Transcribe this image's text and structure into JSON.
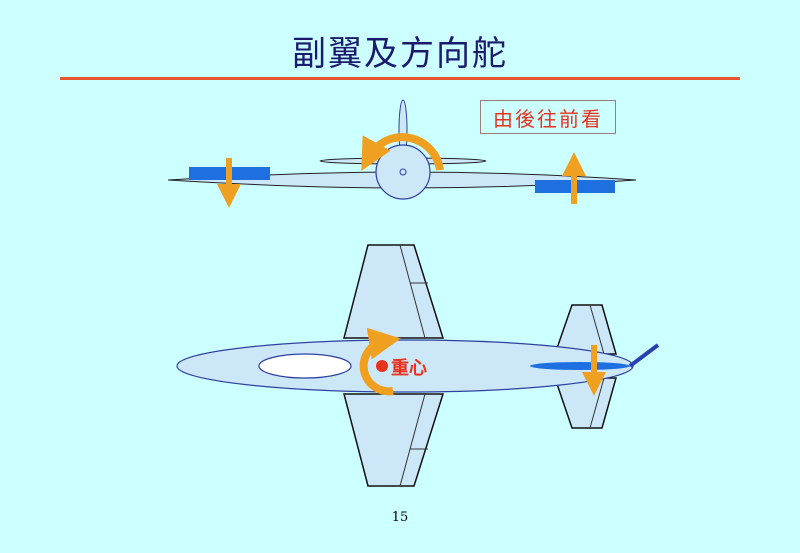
{
  "slide": {
    "title": "副翼及方向舵",
    "view_label": "由後往前看",
    "cg_label": "重心",
    "page_number": "15"
  },
  "colors": {
    "background": "#ccffff",
    "title": "#1a1a6e",
    "rule": "#e8542c",
    "arrow": "#f0a020",
    "control_surface": "#1e6fe0",
    "airframe": "#cce8f8",
    "cg_dot": "#e8321e"
  }
}
